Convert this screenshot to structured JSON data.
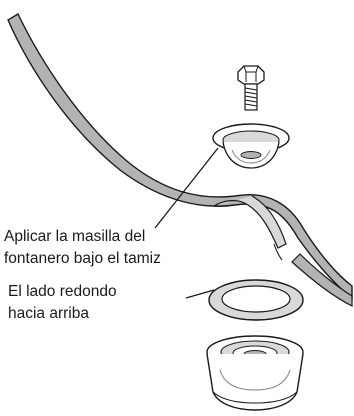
{
  "callouts": [
    {
      "lines": [
        "Aplicar la masilla del",
        "fontanero bajo el tamiz"
      ]
    },
    {
      "lines": [
        "El lado redondo",
        "hacia arriba"
      ]
    }
  ],
  "colors": {
    "line": "#1a1a1a",
    "surface": "#b3b3b3",
    "surface_light": "#d9d9d9",
    "surface_dark": "#7f7f7f",
    "text": "#1a1a1a",
    "background": "#ffffff"
  },
  "parts": {
    "bolt": "bolt-icon",
    "strainer_flange": "strainer-flange-icon",
    "sink_basin": "sink-basin-icon",
    "gasket_ring": "gasket-ring-icon",
    "strainer_body": "strainer-body-icon"
  }
}
